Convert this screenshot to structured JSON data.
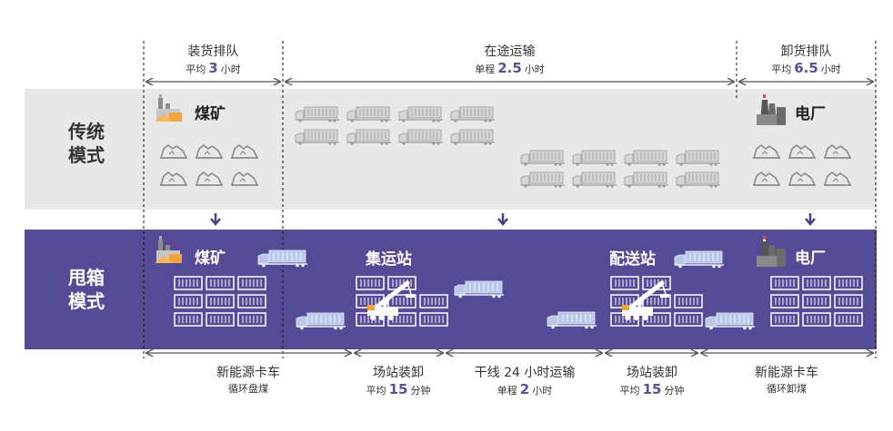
{
  "phases": [
    {
      "title": "装货排队",
      "sub_prefix": "平均",
      "value": "3",
      "unit": "小时"
    },
    {
      "title": "在途运输",
      "sub_prefix": "单程",
      "value": "2.5",
      "unit": "小时"
    },
    {
      "title": "卸货排队",
      "sub_prefix": "平均",
      "value": "6.5",
      "unit": "小时"
    }
  ],
  "rows": {
    "traditional": {
      "label_line1": "传统",
      "label_line2": "模式",
      "mine": "煤矿",
      "plant": "电厂"
    },
    "swap": {
      "label_line1": "甩箱",
      "label_line2": "模式",
      "mine": "煤矿",
      "collect": "集运站",
      "deliver": "配送站",
      "plant": "电厂"
    }
  },
  "footer": [
    {
      "title": "新能源卡车",
      "sub_prefix": "循环盘煤",
      "value": "",
      "unit": ""
    },
    {
      "title": "场站装卸",
      "sub_prefix": "平均",
      "value": "15",
      "unit": "分钟"
    },
    {
      "title": "干线 24 小时运输",
      "sub_prefix": "单程",
      "value": "2",
      "unit": "小时"
    },
    {
      "title": "场站装卸",
      "sub_prefix": "平均",
      "value": "15",
      "unit": "分钟"
    },
    {
      "title": "新能源卡车",
      "sub_prefix": "循环卸煤",
      "value": "",
      "unit": ""
    }
  ],
  "colors": {
    "traditional_bg": "#e8e8e8",
    "swap_bg": "#544a96",
    "accent": "#5a4f9e",
    "icon_outline": "#8a8a8a"
  },
  "icons": [
    "mine-icon",
    "power-plant-icon",
    "coal-pile-icon",
    "truck-icon",
    "container-icon",
    "crane-icon",
    "arrow-down-icon"
  ]
}
